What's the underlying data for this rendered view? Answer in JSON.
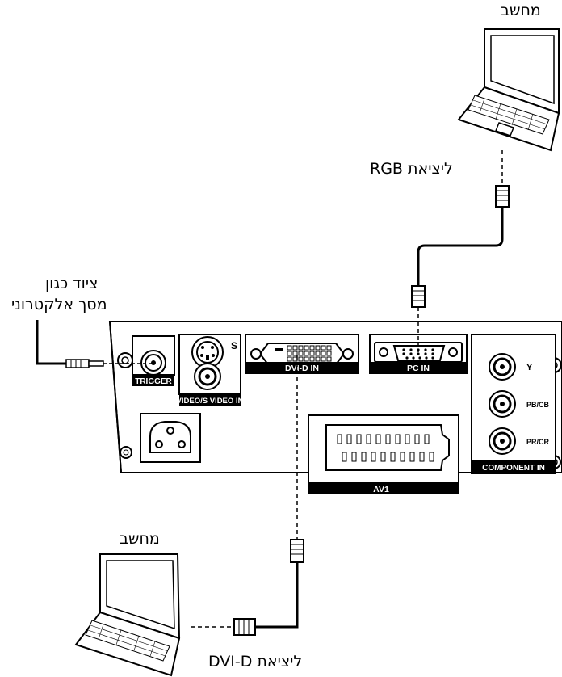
{
  "labels": {
    "computer_top": "מחשב",
    "rgb_output": "ליציאת RGB",
    "screen_device": "ציוד כגון",
    "screen_device_2": "מסך אלקטרוני",
    "computer_bottom": "מחשב",
    "dvi_output": "ליציאת DVI-D"
  },
  "panel": {
    "trigger": "TRIGGER",
    "s": "S",
    "video_svideo_in": "VIDEO/S VIDEO IN",
    "dvi_d_in": "DVI-D IN",
    "pc_in": "PC IN",
    "y": "Y",
    "pb_cb": "PB/CB",
    "pr_cr": "PR/CR",
    "component_in": "COMPONENT IN",
    "av1": "AV1"
  }
}
